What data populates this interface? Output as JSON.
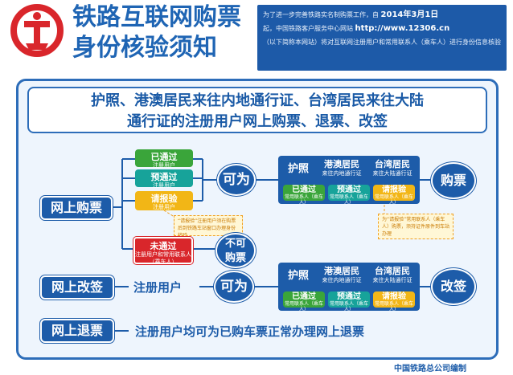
{
  "header": {
    "title_line1": "铁路互联网购票",
    "title_line2": "身份核验须知",
    "notice_lines": [
      "为了进一步完善铁路实名制购票工作，自",
      "2014年3月1日",
      "起，中国铁路客户服务中心网站",
      "http://www.12306.cn",
      "（以下简称本网站）将对互联网注册用户和常用联系人（乘车人）进行身份信息核验。"
    ]
  },
  "heading": {
    "line1": "护照、港澳居民来往内地通行证、台湾居民来往大陆",
    "line2": "通行证的注册用户网上购票、退票、改签"
  },
  "purchase": {
    "label": "网上购票",
    "statuses": [
      {
        "main": "已通过",
        "sub": "注册用户"
      },
      {
        "main": "预通过",
        "sub": "注册用户"
      },
      {
        "main": "请报验",
        "sub": "注册用户"
      }
    ],
    "allowed": "可为",
    "note_left": "“请报验”注册用户须在购票后到铁路车站窗口办理身份核验",
    "failed": {
      "main": "未通过",
      "sub": "注册用户和常用联系人（乘车人）"
    },
    "not_allowed": "不可购票",
    "docs": {
      "passport": "护照",
      "hk": "港澳居民",
      "hk_sub": "来往内地通行证",
      "tw": "台湾居民",
      "tw_sub": "来往大陆通行证"
    },
    "contacts": [
      {
        "main": "已通过",
        "sub": "常用联系人（乘车人）"
      },
      {
        "main": "预通过",
        "sub": "常用联系人（乘车人）"
      },
      {
        "main": "请报验",
        "sub": "常用联系人（乘车人）"
      }
    ],
    "result": "购票",
    "note_right": "为“请报验”常用联系人（乘车人）购票，须持证件原件到车站办理"
  },
  "change": {
    "label": "网上改签",
    "user": "注册用户",
    "allowed": "可为",
    "docs": {
      "passport": "护照",
      "hk": "港澳居民",
      "hk_sub": "来往内地通行证",
      "tw": "台湾居民",
      "tw_sub": "来往大陆通行证"
    },
    "contacts": [
      {
        "main": "已通过",
        "sub": "常用联系人（乘车人）"
      },
      {
        "main": "预通过",
        "sub": "常用联系人（乘车人）"
      },
      {
        "main": "请报验",
        "sub": "常用联系人（乘车人）"
      }
    ],
    "result": "改签"
  },
  "refund": {
    "label": "网上退票",
    "text": "注册用户均可为已购车票正常办理网上退票"
  },
  "footer": "中国铁路总公司编制"
}
